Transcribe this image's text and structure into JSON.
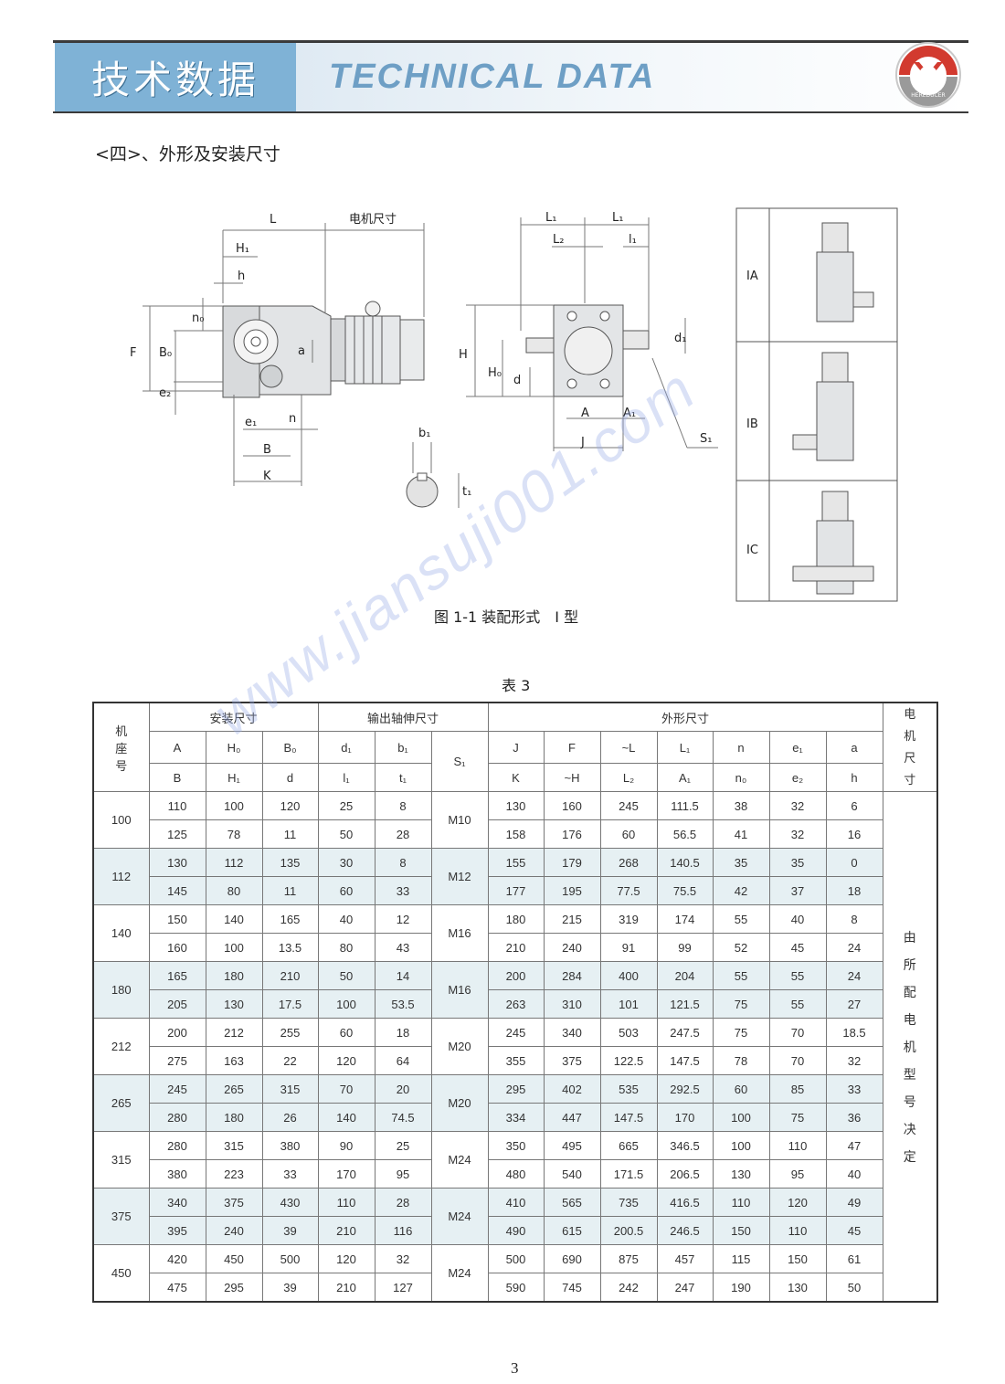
{
  "header": {
    "title_cn": "技术数据",
    "title_en": "TECHNICAL DATA",
    "logo_text": "HEREDUCER"
  },
  "section_title": "<四>、外形及安装尺寸",
  "figure": {
    "caption": "图 1-1 装配形式　Ⅰ 型",
    "side_labels": {
      "L": "L",
      "motor_dim": "电机尺寸",
      "H1": "H₁",
      "h": "h",
      "n0": "n₀",
      "F": "F",
      "B0": "B₀",
      "a": "a",
      "e2": "e₂",
      "e1": "e₁",
      "n": "n",
      "B": "B",
      "K": "K"
    },
    "front_labels": {
      "L1a": "L₁",
      "L1b": "L₁",
      "L2": "L₂",
      "l1": "l₁",
      "H": "H",
      "H0": "H₀",
      "d": "d",
      "d1": "d₁",
      "A": "A",
      "A1": "A₁",
      "J": "J",
      "S1": "S₁"
    },
    "shaft_labels": {
      "b1": "b₁",
      "t1": "t₁"
    },
    "mounting_types": [
      "IA",
      "IB",
      "IC"
    ]
  },
  "table": {
    "caption": "表 3",
    "groups": {
      "seat": "机座号",
      "install": "安装尺寸",
      "shaft": "输出轴伸尺寸",
      "outline": "外形尺寸",
      "motor": "电机尺寸"
    },
    "sub_top": [
      "A",
      "H₀",
      "B₀",
      "d₁",
      "b₁",
      "S₁",
      "J",
      "F",
      "~L",
      "L₁",
      "n",
      "e₁",
      "a"
    ],
    "sub_bottom": [
      "B",
      "H₁",
      "d",
      "l₁",
      "t₁",
      "K",
      "~H",
      "L₂",
      "A₁",
      "n₀",
      "e₂",
      "h"
    ],
    "motor_note": "由所配电机型号决定",
    "rows": [
      {
        "seat": "100",
        "s1": "M10",
        "top": [
          "110",
          "100",
          "120",
          "25",
          "8",
          "130",
          "160",
          "245",
          "111.5",
          "38",
          "32",
          "6"
        ],
        "bottom": [
          "125",
          "78",
          "11",
          "50",
          "28",
          "158",
          "176",
          "60",
          "56.5",
          "41",
          "32",
          "16"
        ]
      },
      {
        "seat": "112",
        "s1": "M12",
        "top": [
          "130",
          "112",
          "135",
          "30",
          "8",
          "155",
          "179",
          "268",
          "140.5",
          "35",
          "35",
          "0"
        ],
        "bottom": [
          "145",
          "80",
          "11",
          "60",
          "33",
          "177",
          "195",
          "77.5",
          "75.5",
          "42",
          "37",
          "18"
        ]
      },
      {
        "seat": "140",
        "s1": "M16",
        "top": [
          "150",
          "140",
          "165",
          "40",
          "12",
          "180",
          "215",
          "319",
          "174",
          "55",
          "40",
          "8"
        ],
        "bottom": [
          "160",
          "100",
          "13.5",
          "80",
          "43",
          "210",
          "240",
          "91",
          "99",
          "52",
          "45",
          "24"
        ]
      },
      {
        "seat": "180",
        "s1": "M16",
        "top": [
          "165",
          "180",
          "210",
          "50",
          "14",
          "200",
          "284",
          "400",
          "204",
          "55",
          "55",
          "24"
        ],
        "bottom": [
          "205",
          "130",
          "17.5",
          "100",
          "53.5",
          "263",
          "310",
          "101",
          "121.5",
          "75",
          "55",
          "27"
        ]
      },
      {
        "seat": "212",
        "s1": "M20",
        "top": [
          "200",
          "212",
          "255",
          "60",
          "18",
          "245",
          "340",
          "503",
          "247.5",
          "75",
          "70",
          "18.5"
        ],
        "bottom": [
          "275",
          "163",
          "22",
          "120",
          "64",
          "355",
          "375",
          "122.5",
          "147.5",
          "78",
          "70",
          "32"
        ]
      },
      {
        "seat": "265",
        "s1": "M20",
        "top": [
          "245",
          "265",
          "315",
          "70",
          "20",
          "295",
          "402",
          "535",
          "292.5",
          "60",
          "85",
          "33"
        ],
        "bottom": [
          "280",
          "180",
          "26",
          "140",
          "74.5",
          "334",
          "447",
          "147.5",
          "170",
          "100",
          "75",
          "36"
        ]
      },
      {
        "seat": "315",
        "s1": "M24",
        "top": [
          "280",
          "315",
          "380",
          "90",
          "25",
          "350",
          "495",
          "665",
          "346.5",
          "100",
          "110",
          "47"
        ],
        "bottom": [
          "380",
          "223",
          "33",
          "170",
          "95",
          "480",
          "540",
          "171.5",
          "206.5",
          "130",
          "95",
          "40"
        ]
      },
      {
        "seat": "375",
        "s1": "M24",
        "top": [
          "340",
          "375",
          "430",
          "110",
          "28",
          "410",
          "565",
          "735",
          "416.5",
          "110",
          "120",
          "49"
        ],
        "bottom": [
          "395",
          "240",
          "39",
          "210",
          "116",
          "490",
          "615",
          "200.5",
          "246.5",
          "150",
          "110",
          "45"
        ]
      },
      {
        "seat": "450",
        "s1": "M24",
        "top": [
          "420",
          "450",
          "500",
          "120",
          "32",
          "500",
          "690",
          "875",
          "457",
          "115",
          "150",
          "61"
        ],
        "bottom": [
          "475",
          "295",
          "39",
          "210",
          "127",
          "590",
          "745",
          "242",
          "247",
          "190",
          "130",
          "50"
        ]
      }
    ]
  },
  "watermark": "www.jiansuji001.com",
  "page_number": "3"
}
